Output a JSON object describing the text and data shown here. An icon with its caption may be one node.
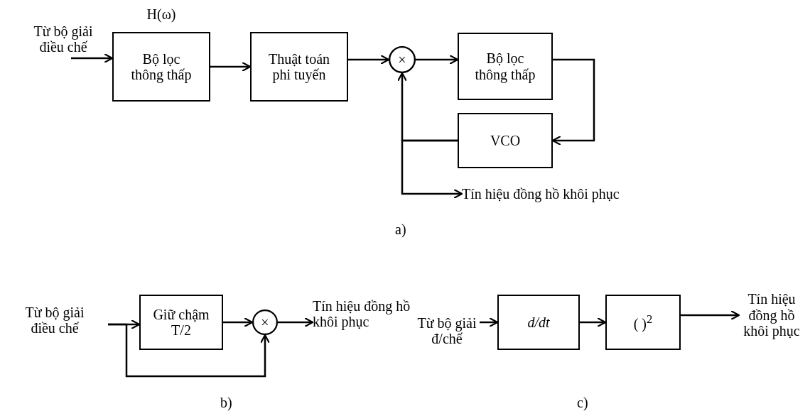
{
  "diagram": {
    "nodes": [
      {
        "text": [
          "Từ bộ giải điều chế"
        ]
      },
      {
        "text": [
          "Bộ lọc thông thấp"
        ],
        "beside": [
          "H(ω)"
        ]
      },
      {
        "text": [
          "Thuật toán phi tuyến"
        ]
      },
      {
        "text": [
          "×"
        ]
      },
      {
        "text": [
          "Bộ lọc thông thấp"
        ]
      },
      {
        "text": [
          "VCO"
        ]
      },
      {
        "text": [
          "Tín hiệu đồng hồ khôi phục"
        ]
      },
      {
        "text": [
          "Từ bộ giải điều chế"
        ]
      },
      {
        "text": [
          "Giữ chậm T/2"
        ]
      },
      {
        "text": [
          "×"
        ]
      },
      {
        "text": [
          "Tín hiệu đồng hồ khôi phục"
        ]
      },
      {
        "text": [
          "Từ bộ giải đ/chế"
        ]
      },
      {
        "text": [
          "d/dt"
        ]
      },
      {
        "text": [
          "( )$^{2}$"
        ]
      },
      {
        "text": [
          "Tín hiệu đồng hồ khôi phục"
        ]
      }
    ],
    "edges": [
      {
        "from": 0,
        "to": 1,
        "arrow": "to"
      },
      {
        "from": 1,
        "to": 2,
        "arrow": "to"
      },
      {
        "from": 2,
        "to": 3,
        "arrow": "to"
      },
      {
        "from": 3,
        "to": 4,
        "arrow": "to"
      },
      {
        "from": 4,
        "to": 5,
        "arrow": "to"
      },
      {
        "from": 5,
        "to": 3,
        "arrow": "to"
      },
      {
        "from": 5,
        "to": 6,
        "arrow": "to"
      },
      {
        "from": 7,
        "to": 8,
        "arrow": "to"
      },
      {
        "from": 8,
        "to": 9,
        "arrow": "to"
      },
      {
        "from": 9,
        "to": 10,
        "arrow": "to"
      },
      {
        "from": 7,
        "to": 9,
        "arrow": "to"
      },
      {
        "from": 11,
        "to": 12,
        "arrow": "to"
      },
      {
        "from": 12,
        "to": 13,
        "arrow": "to"
      },
      {
        "from": 13,
        "to": 14,
        "arrow": "to"
      }
    ],
    "labels": [
      "a)",
      "b)",
      "c)"
    ]
  }
}
